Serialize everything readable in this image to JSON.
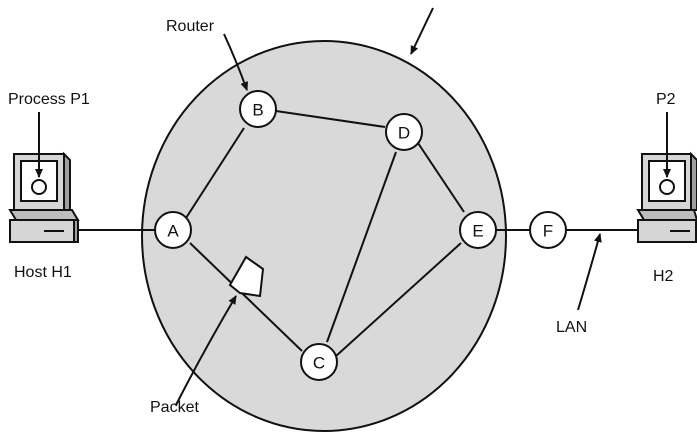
{
  "diagram": {
    "colors": {
      "subnet_fill": "#d9d9d9",
      "node_fill": "#ffffff",
      "line": "#111111",
      "computer_body": "#d6d6d6",
      "computer_shadow": "#9e9e9e"
    },
    "nodes": {
      "a": "A",
      "b": "B",
      "c": "C",
      "d": "D",
      "e": "E",
      "f": "F"
    },
    "labels": {
      "router": "Router",
      "process_p1": "Process P1",
      "host_h1": "Host H1",
      "p2": "P2",
      "h2": "H2",
      "lan": "LAN",
      "packet": "Packet"
    },
    "icons": [
      "computer-icon",
      "packet-icon",
      "arrow-icon"
    ]
  }
}
